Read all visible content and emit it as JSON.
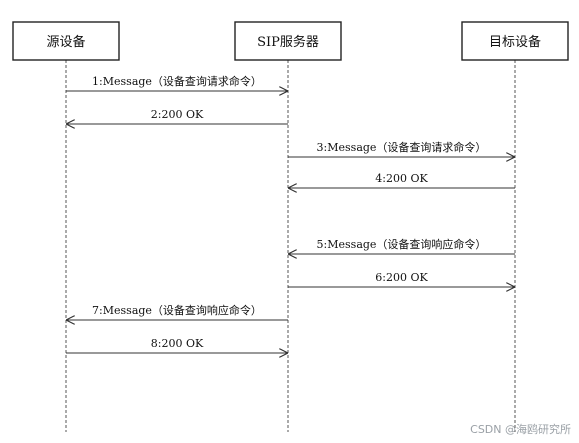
{
  "participants": [
    {
      "id": "source",
      "label": "源设备"
    },
    {
      "id": "sip",
      "label": "SIP服务器"
    },
    {
      "id": "target",
      "label": "目标设备"
    }
  ],
  "messages": [
    {
      "from": "source",
      "to": "sip",
      "label": "1:Message（设备查询请求命令）"
    },
    {
      "from": "sip",
      "to": "source",
      "label": "2:200 OK"
    },
    {
      "from": "sip",
      "to": "target",
      "label": "3:Message（设备查询请求命令）"
    },
    {
      "from": "target",
      "to": "sip",
      "label": "4:200 OK"
    },
    {
      "from": "target",
      "to": "sip",
      "label": "5:Message（设备查询响应命令）"
    },
    {
      "from": "sip",
      "to": "target",
      "label": "6:200 OK"
    },
    {
      "from": "sip",
      "to": "source",
      "label": "7:Message（设备查询响应命令）"
    },
    {
      "from": "source",
      "to": "sip",
      "label": "8:200 OK"
    }
  ],
  "watermark": "CSDN @海鸥研究所"
}
